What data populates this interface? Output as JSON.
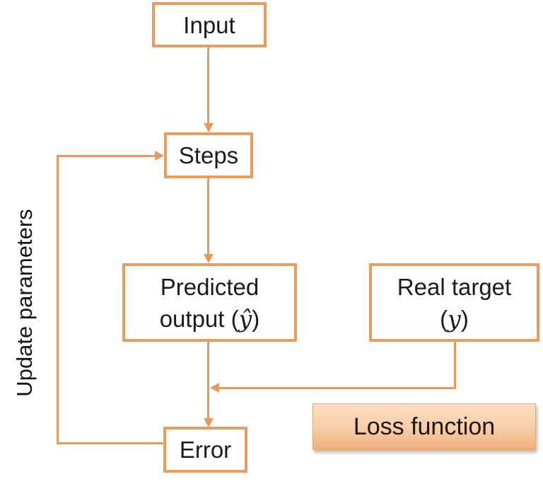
{
  "colors": {
    "accent": "#E99C5C",
    "line": "#E7985A",
    "text": "#1B1B1B",
    "loss_top": "#FBDFC5",
    "loss_bottom": "#EFAD7B",
    "canvas_bg": "#FFFFFF"
  },
  "nodes": {
    "input": {
      "label": "Input"
    },
    "steps": {
      "label": "Steps"
    },
    "predicted_output": {
      "line1": "Predicted",
      "line2_prefix": "output (",
      "symbol": "ŷ",
      "line2_suffix": ")"
    },
    "real_target": {
      "line1": "Real target",
      "line2_prefix": "(",
      "symbol": "y",
      "line2_suffix": ")"
    },
    "error": {
      "label": "Error"
    },
    "loss_function": {
      "label": "Loss function"
    }
  },
  "labels": {
    "update_parameters": "Update parameters"
  }
}
